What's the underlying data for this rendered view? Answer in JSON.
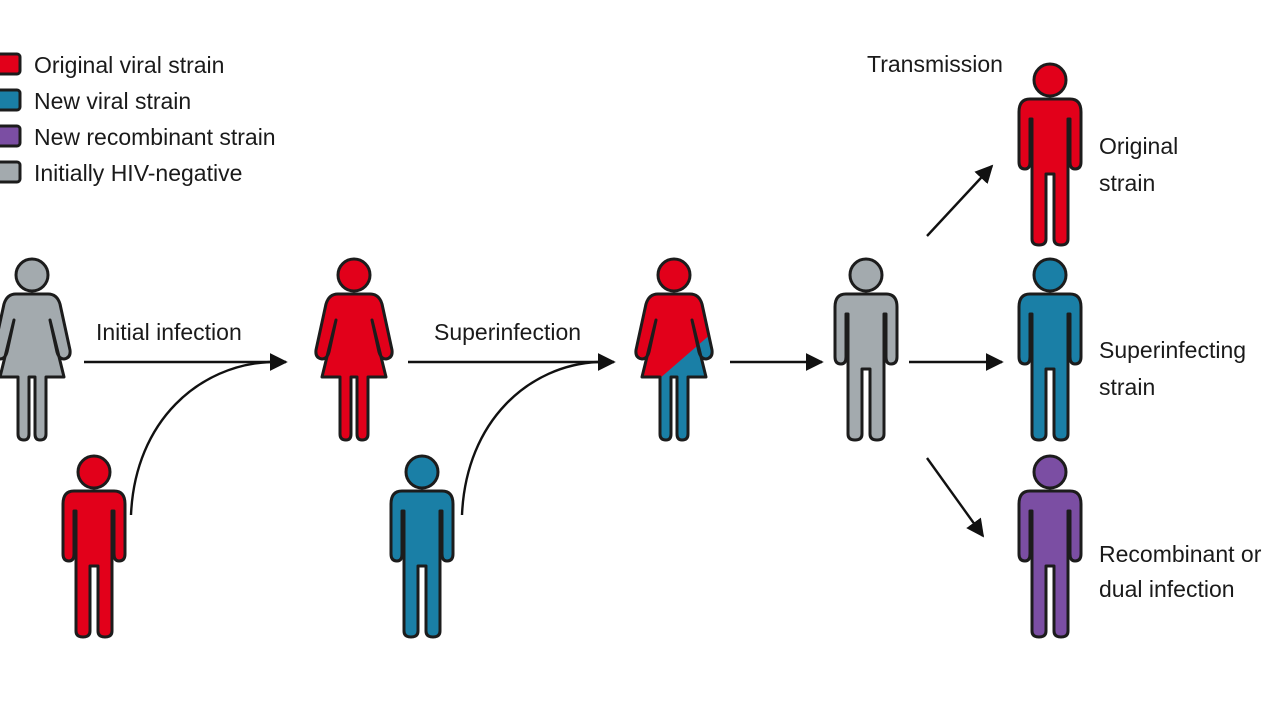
{
  "colors": {
    "original": "#e2001a",
    "new": "#1a7fa6",
    "recombinant": "#7b4ea3",
    "negative": "#a3aaae",
    "outline": "#1c1c1c"
  },
  "legend": [
    {
      "label": "Original viral strain",
      "color": "#e2001a"
    },
    {
      "label": "New viral strain",
      "color": "#1a7fa6"
    },
    {
      "label": "New recombinant strain",
      "color": "#7b4ea3"
    },
    {
      "label": "Initially HIV-negative",
      "color": "#a3aaae"
    }
  ],
  "labels": {
    "initial_infection": "Initial infection",
    "superinfection": "Superinfection",
    "transmission": "Transmission",
    "original_strain_1": "Original",
    "original_strain_2": "strain",
    "superinfecting_strain_1": "Superinfecting",
    "superinfecting_strain_2": "strain",
    "recombinant_1": "Recombinant or",
    "recombinant_2": "dual infection"
  }
}
